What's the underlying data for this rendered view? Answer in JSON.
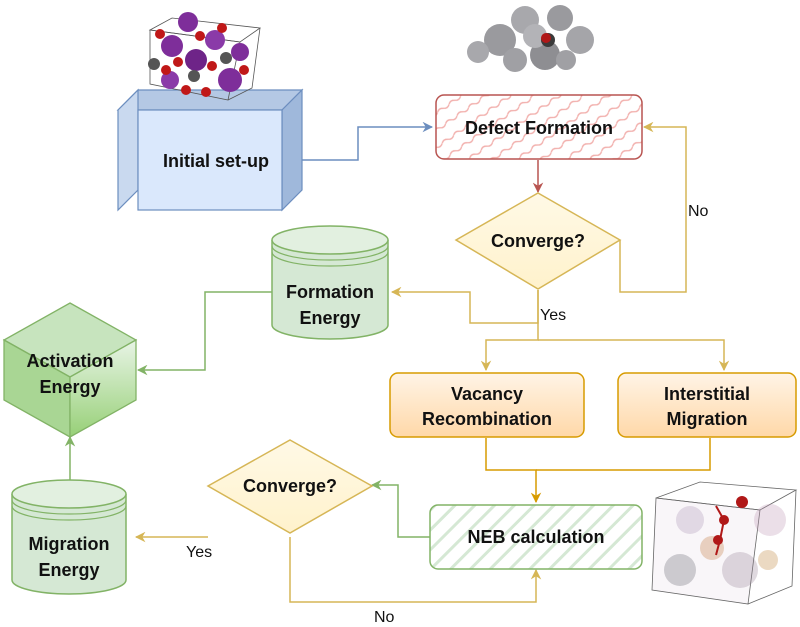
{
  "nodes": {
    "initial_setup": "Initial set-up",
    "defect_formation": "Defect Formation",
    "converge_top": "Converge?",
    "formation_energy": [
      "Formation",
      "Energy"
    ],
    "activation_energy": [
      "Activation",
      "Energy"
    ],
    "vacancy_recombination": [
      "Vacancy",
      "Recombination"
    ],
    "interstitial_migration": [
      "Interstitial",
      "Migration"
    ],
    "converge_bottom": "Converge?",
    "neb_calculation": "NEB calculation",
    "migration_energy": [
      "Migration",
      "Energy"
    ]
  },
  "edge_labels": {
    "top_no": "No",
    "top_yes": "Yes",
    "bottom_yes": "Yes",
    "bottom_no": "No"
  },
  "colors": {
    "blue_fill": "#dae8fc",
    "blue_stroke": "#6c8ebf",
    "red_fill": "#f8cecc",
    "red_stroke": "#b85450",
    "yellow_fill": "#fff2cc",
    "yellow_stroke": "#d6b656",
    "green_fill": "#d5e8d4",
    "green_stroke": "#82b366",
    "orange_fill": "#ffe6cc",
    "orange_stroke": "#d79b00"
  },
  "icons": [
    "molecular-structure-icon",
    "atom-cluster-icon",
    "transparent-crystal-icon"
  ]
}
